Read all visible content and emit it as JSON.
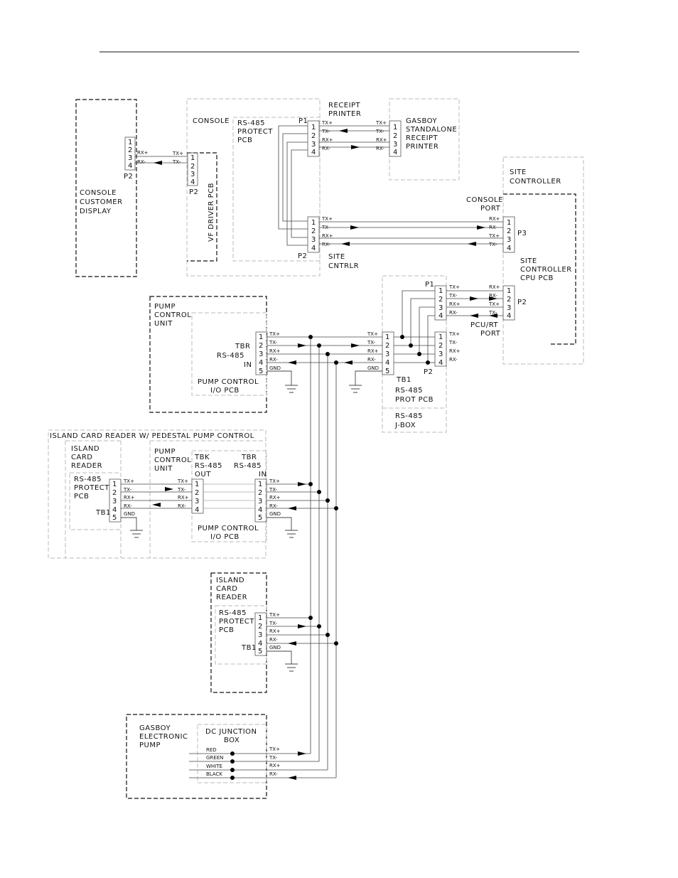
{
  "console_customer_display": {
    "label": [
      "CONSOLE",
      "CUSTOMER",
      "DISPLAY"
    ],
    "connector": "P2",
    "pins": [
      "1",
      "2",
      "3",
      "4"
    ],
    "signals": [
      "RX+",
      "RX-"
    ]
  },
  "vf_driver": {
    "label": "VF DRIVER PCB",
    "connector": "P2",
    "pins": [
      "1",
      "2",
      "3",
      "4"
    ],
    "signals": [
      "TX+",
      "TX-"
    ]
  },
  "console": {
    "label": "CONSOLE",
    "protect_pcb": [
      "RS-485",
      "PROTECT",
      "PCB"
    ],
    "p1": "P1",
    "p2": "P2",
    "site_cntrlr": [
      "SITE",
      "CNTRLR"
    ],
    "pins": [
      "1",
      "2",
      "3",
      "4"
    ],
    "signals": [
      "TX+",
      "TX-",
      "RX+",
      "RX-"
    ]
  },
  "receipt_printer": {
    "label": [
      "RECEIPT",
      "PRINTER"
    ],
    "standalone": [
      "GASBOY",
      "STANDALONE",
      "RECEIPT",
      "PRINTER"
    ],
    "pins": [
      "1",
      "2",
      "3",
      "4"
    ],
    "signals": [
      "TX+",
      "TX-",
      "RX+",
      "RX-"
    ]
  },
  "site_controller": {
    "label": [
      "SITE",
      "CONTROLLER"
    ],
    "console_port": [
      "CONSOLE",
      "PORT"
    ],
    "p3": "P3",
    "cpu_pcb": [
      "SITE",
      "CONTROLLER",
      "CPU PCB"
    ],
    "p2": "P2",
    "pcu_port": [
      "PCU/RT",
      "PORT"
    ],
    "pins": [
      "1",
      "2",
      "3",
      "4"
    ],
    "signals": [
      "RX+",
      "RX-",
      "TX+",
      "TX-"
    ]
  },
  "pump_control_unit": {
    "label": [
      "PUMP",
      "CONTROL",
      "UNIT"
    ],
    "tbr": [
      "TBR",
      "RS-485",
      "IN"
    ],
    "io_pcb": [
      "PUMP CONTROL",
      "I/O PCB"
    ],
    "pins": [
      "1",
      "2",
      "3",
      "4",
      "5"
    ],
    "signals": [
      "TX+",
      "TX-",
      "RX+",
      "RX-",
      "GND"
    ]
  },
  "jbox": {
    "tb1": "TB1",
    "p1": "P1",
    "p2": "P2",
    "prot_pcb": [
      "RS-485",
      "PROT PCB"
    ],
    "jbox_label": [
      "RS-485",
      "J-BOX"
    ],
    "pins": [
      "1",
      "2",
      "3",
      "4",
      "5"
    ],
    "signals": [
      "TX+",
      "TX-",
      "RX+",
      "RX-",
      "GND"
    ]
  },
  "island_pedestal": {
    "label": "ISLAND CARD READER W/ PEDESTAL PUMP CONTROL",
    "card_reader": [
      "ISLAND",
      "CARD",
      "READER"
    ],
    "protect_pcb": [
      "RS-485",
      "PROTECT",
      "PCB"
    ],
    "tb1": "TB1",
    "pump_ctrl": [
      "PUMP",
      "CONTROL",
      "UNIT"
    ],
    "tbk": [
      "TBK",
      "RS-485",
      "OUT"
    ],
    "tbr": [
      "TBR",
      "RS-485",
      "IN"
    ],
    "io_pcb": [
      "PUMP CONTROL",
      "I/O PCB"
    ],
    "pins": [
      "1",
      "2",
      "3",
      "4",
      "5"
    ],
    "signals": [
      "TX+",
      "TX-",
      "RX+",
      "RX-",
      "GND"
    ]
  },
  "island_card_reader": {
    "label": [
      "ISLAND",
      "CARD",
      "READER"
    ],
    "protect_pcb": [
      "RS-485",
      "PROTECT",
      "PCB"
    ],
    "tb1": "TB1",
    "pins": [
      "1",
      "2",
      "3",
      "4",
      "5"
    ],
    "signals": [
      "TX+",
      "TX-",
      "RX+",
      "RX-",
      "GND"
    ]
  },
  "gasboy_pump": {
    "label": [
      "GASBOY",
      "ELECTRONIC",
      "PUMP"
    ],
    "junction": [
      "DC JUNCTION",
      "BOX"
    ],
    "wires": [
      "RED",
      "GREEN",
      "WHITE",
      "BLACK"
    ],
    "signals": [
      "TX+",
      "TX-",
      "RX+",
      "RX-"
    ]
  }
}
